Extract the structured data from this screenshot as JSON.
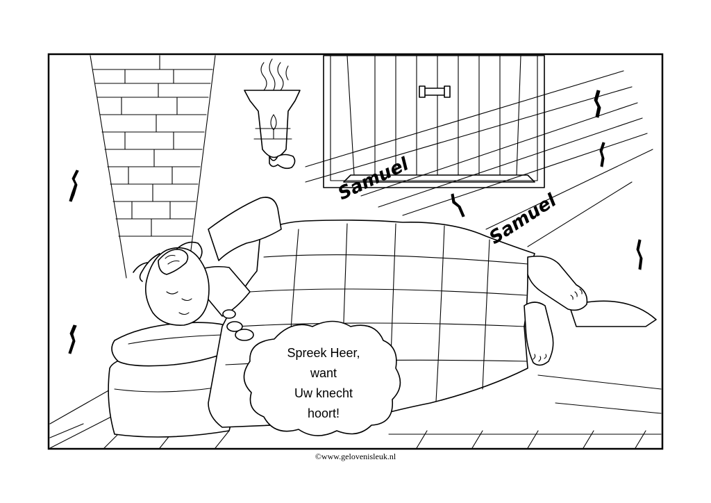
{
  "speech_bubble": {
    "lines": [
      "Spreek Heer,",
      "want",
      "Uw knecht",
      "hoort!"
    ]
  },
  "voice_calls": [
    "Samuel",
    "Samuel"
  ],
  "credit": "©www.gelovenisleuk.nl",
  "colors": {
    "ink": "#000000",
    "paper": "#ffffff"
  }
}
